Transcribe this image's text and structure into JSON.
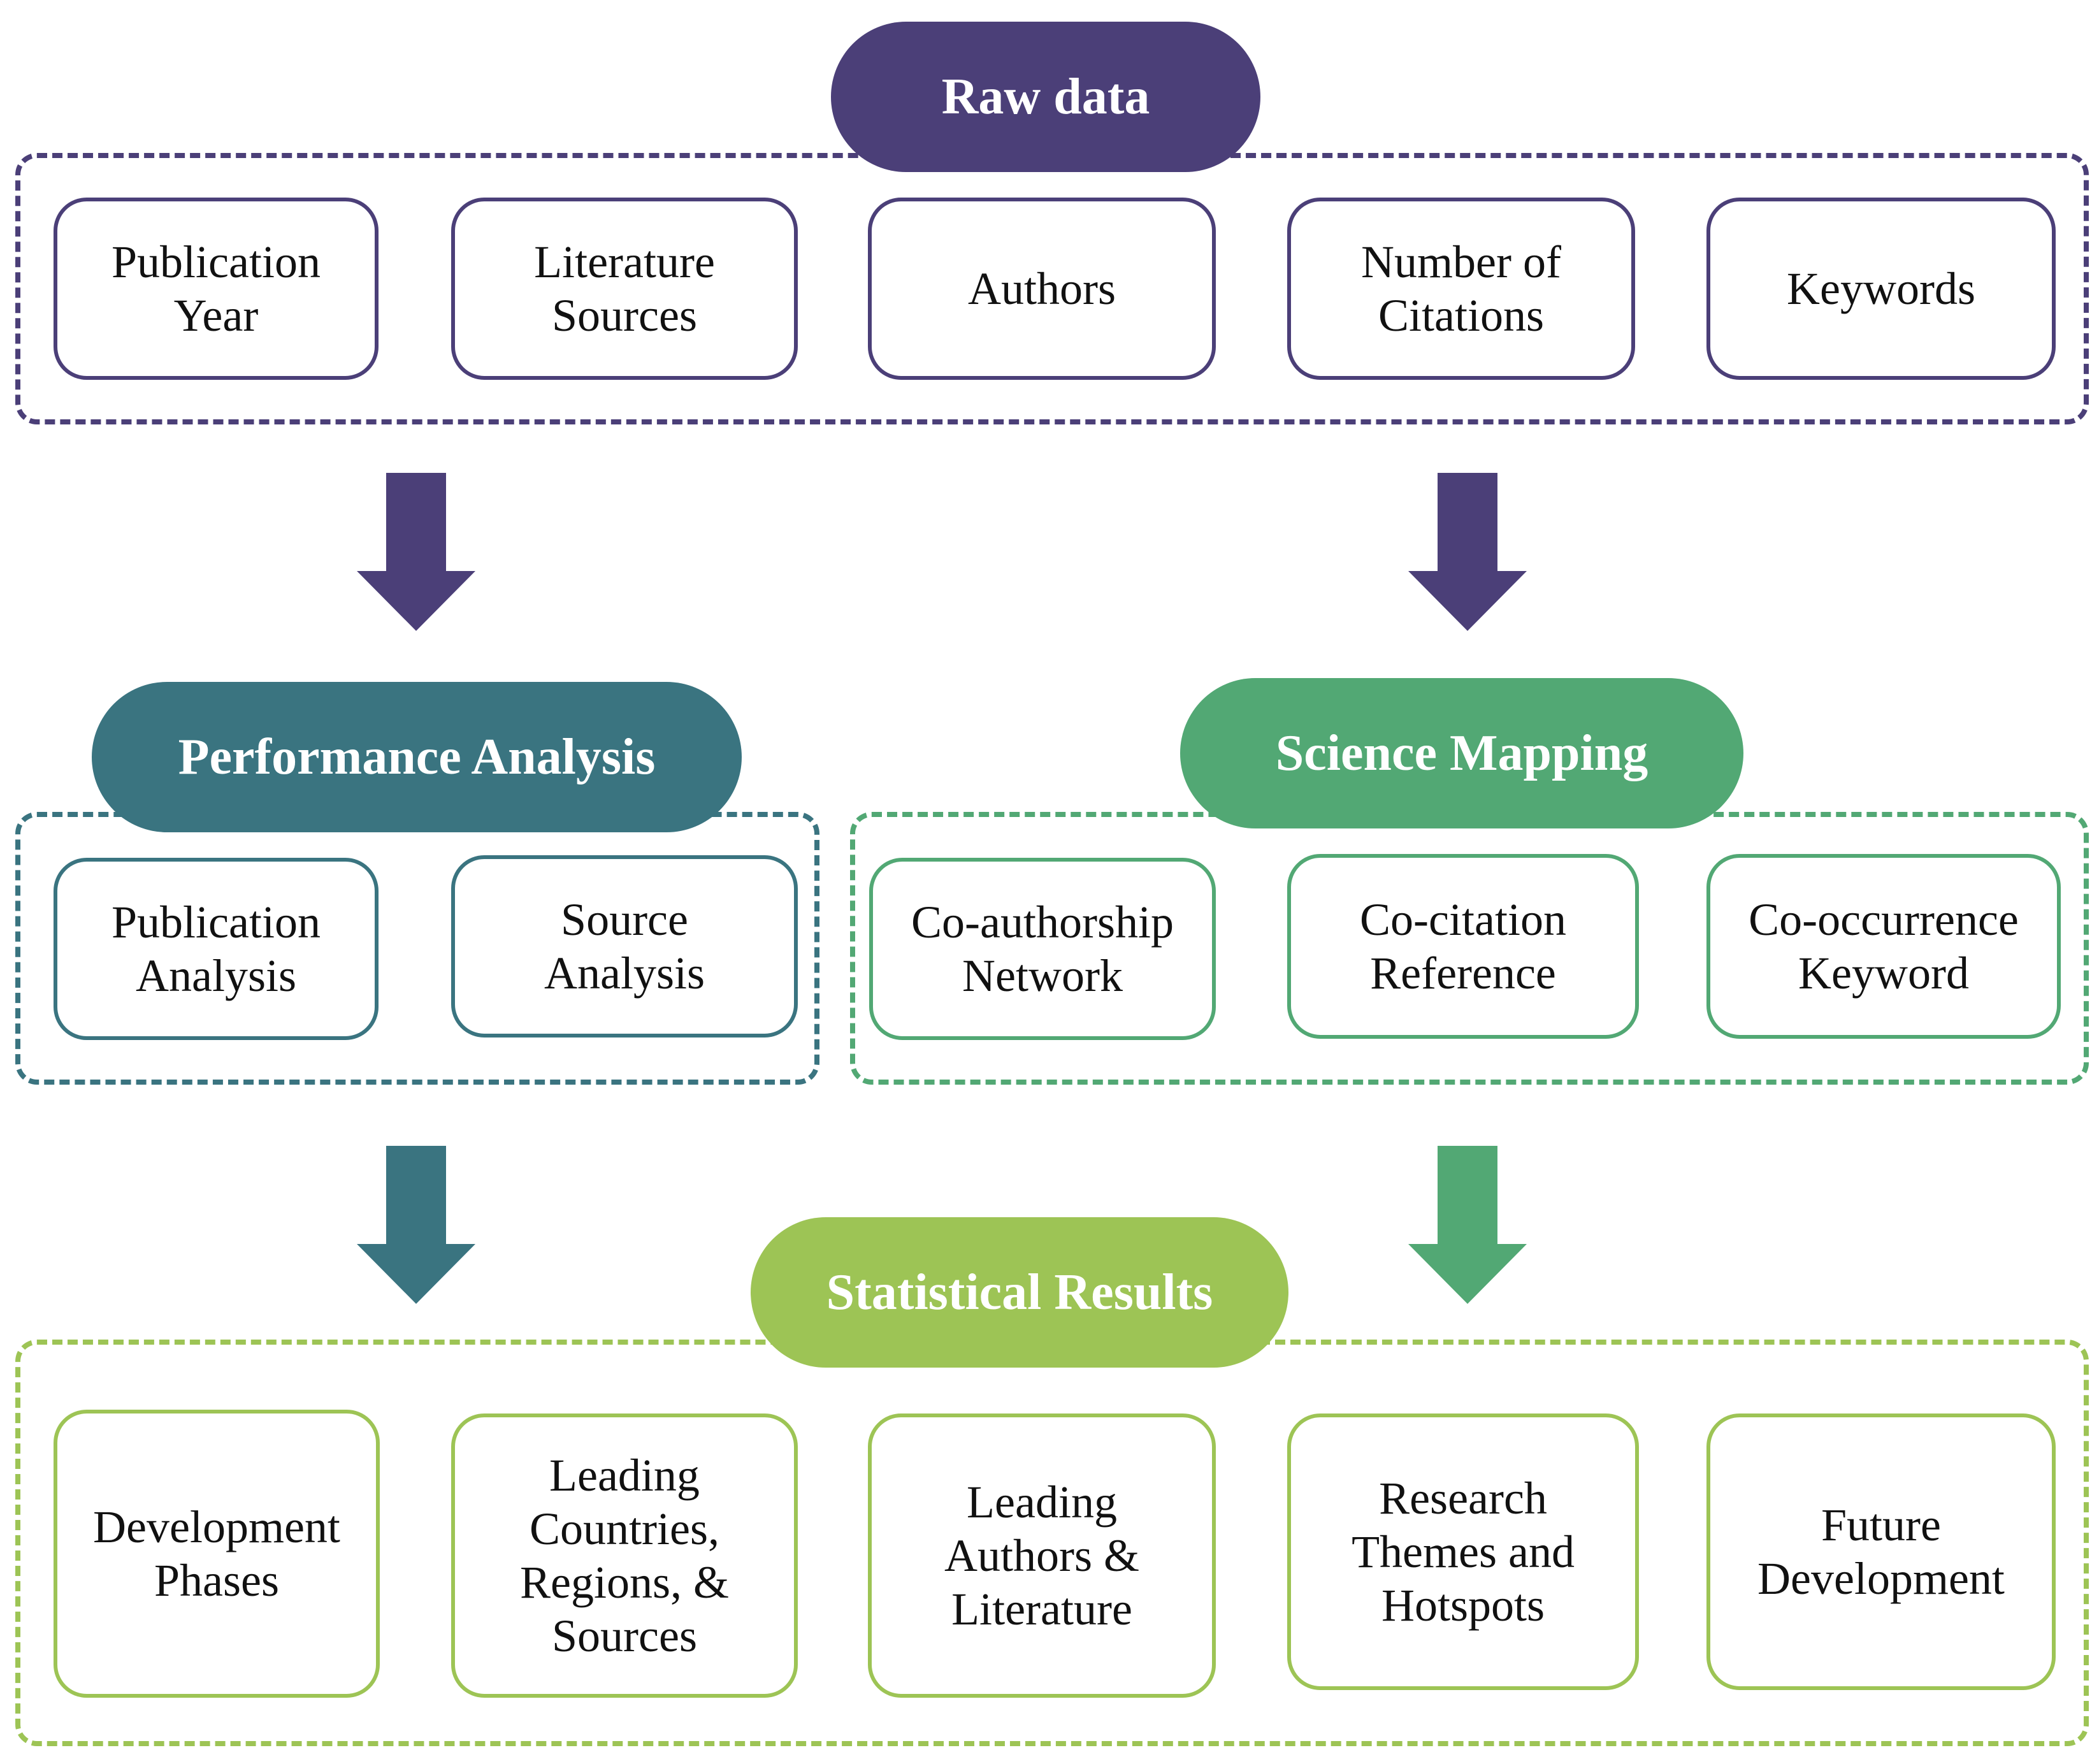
{
  "colors": {
    "raw": "#4b3f78",
    "performance": "#3a7480",
    "science": "#52a874",
    "statistical": "#9dc455"
  },
  "raw_data": {
    "title": "Raw data",
    "items": [
      "Publication\nYear",
      "Literature\nSources",
      "Authors",
      "Number of\nCitations",
      "Keywords"
    ]
  },
  "performance": {
    "title": "Performance Analysis",
    "items": [
      "Publication\nAnalysis",
      "Source\nAnalysis"
    ]
  },
  "science": {
    "title": "Science Mapping",
    "items": [
      "Co-authorship\nNetwork",
      "Co-citation\nReference",
      "Co-occurrence\nKeyword"
    ]
  },
  "statistical": {
    "title": "Statistical Results",
    "items": [
      "Development\nPhases",
      "Leading\nCountries,\nRegions, &\nSources",
      "Leading\nAuthors &\nLiterature",
      "Research\nThemes and\nHotspots",
      "Future\nDevelopment"
    ]
  },
  "arrows": [
    "arrow-down-icon",
    "arrow-down-icon",
    "arrow-down-icon",
    "arrow-down-icon"
  ]
}
